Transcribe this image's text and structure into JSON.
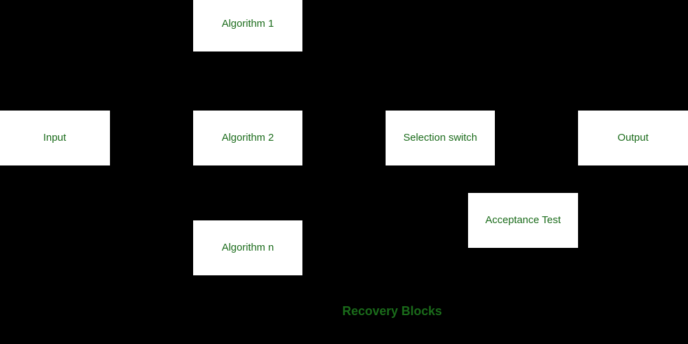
{
  "diagram": {
    "caption": "Recovery Blocks",
    "accent_color": "#1a6b1a",
    "background_color": "#000000",
    "node_fill_color": "#ffffff",
    "nodes": [
      {
        "id": "algorithm-1",
        "label": "Algorithm 1"
      },
      {
        "id": "input",
        "label": "Input"
      },
      {
        "id": "algorithm-2",
        "label": "Algorithm 2"
      },
      {
        "id": "selection-switch",
        "label": "Selection switch"
      },
      {
        "id": "output",
        "label": "Output"
      },
      {
        "id": "acceptance-test",
        "label": "Acceptance Test"
      },
      {
        "id": "algorithm-n",
        "label": "Algorithm n"
      }
    ]
  }
}
